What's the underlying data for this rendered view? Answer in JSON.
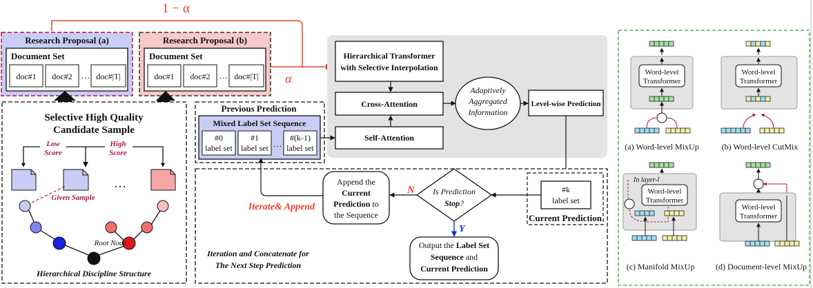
{
  "alpha_top": "1 − α",
  "alpha_side": "α",
  "proposal_a": {
    "title": "Research Proposal (a)",
    "doc_set": "Document Set",
    "docs": [
      "doc#1",
      "doc#2",
      "doc#|T|"
    ],
    "ellipsis": "…"
  },
  "proposal_b": {
    "title": "Research Proposal (b)",
    "doc_set": "Document Set",
    "docs": [
      "doc#1",
      "doc#2",
      "doc#|T|"
    ],
    "ellipsis": "…"
  },
  "candidate": {
    "title_line1": "Selective High Quality",
    "title_line2": "Candidate Sample",
    "low_line1": "Low",
    "low_line2": "Score",
    "high_line1": "High",
    "high_line2": "Score",
    "ellipsis": "…",
    "given_sample": "Given Sample",
    "root_node": "Root Node",
    "caption": "Hierarchical Discipline Structure"
  },
  "previous": {
    "title": "Previous Prediction",
    "mixed_title": "Mixed Label Set Sequence",
    "labels": [
      {
        "line1": "#0",
        "line2": "label set"
      },
      {
        "line1": "#1",
        "line2": "label set"
      },
      {
        "line1": "#(k-1)",
        "line2": "label set"
      }
    ],
    "ellipsis": "…"
  },
  "model": {
    "hier_line1": "Hierarchical Transformer",
    "hier_line2": "with Selective Interpolation",
    "cross_attention": "Cross-Attention",
    "self_attention": "Self-Attention",
    "agg_line1": "Adaptively",
    "agg_line2": "Aggregated",
    "agg_line3": "Information",
    "level_wise": "Level-wise Prediction"
  },
  "loop": {
    "current_line1": "#k",
    "current_line2": "label set",
    "current_title": "Current Prediction",
    "decision_line1": "Is Prediction",
    "decision_line2_a": "Stop",
    "decision_line2_b": "?",
    "no": "N",
    "yes": "Y",
    "append_line1": "Append the",
    "append_line2": "Current",
    "append_line3a": "Prediction",
    "append_line3b": " to",
    "append_line4": "the Sequence",
    "iterate_a": "Iterate",
    "iterate_b": "& Append",
    "output_line1a": "Output the ",
    "output_line1b": "Label Set",
    "output_line2a": "Sequence",
    "output_line2b": " and",
    "output_line3": "Current Prediction",
    "caption_line1": "Iteration and Concatenate for",
    "caption_line2": "The Next Step Prediction"
  },
  "mixup": {
    "block_line1": "Word-level",
    "block_line2": "Transformer",
    "a": "(a) Word-level MixUp",
    "b": "(b) Word-level CutMix",
    "c": "(c) Manifold MixUp",
    "c_layer": "In layer-l",
    "d": "(d) Document-level MixUp"
  },
  "colors": {
    "red": "#e8402a",
    "dark_red": "#b0143c",
    "lavender": "#c9cdf5",
    "pink": "#f7c9c9",
    "gray_panel": "#e3e3e3",
    "green_tok": "#9fe3a0",
    "blue_tok": "#9edcf0",
    "yellow_tok": "#f3efa8",
    "green_border": "#3c9a3c"
  }
}
